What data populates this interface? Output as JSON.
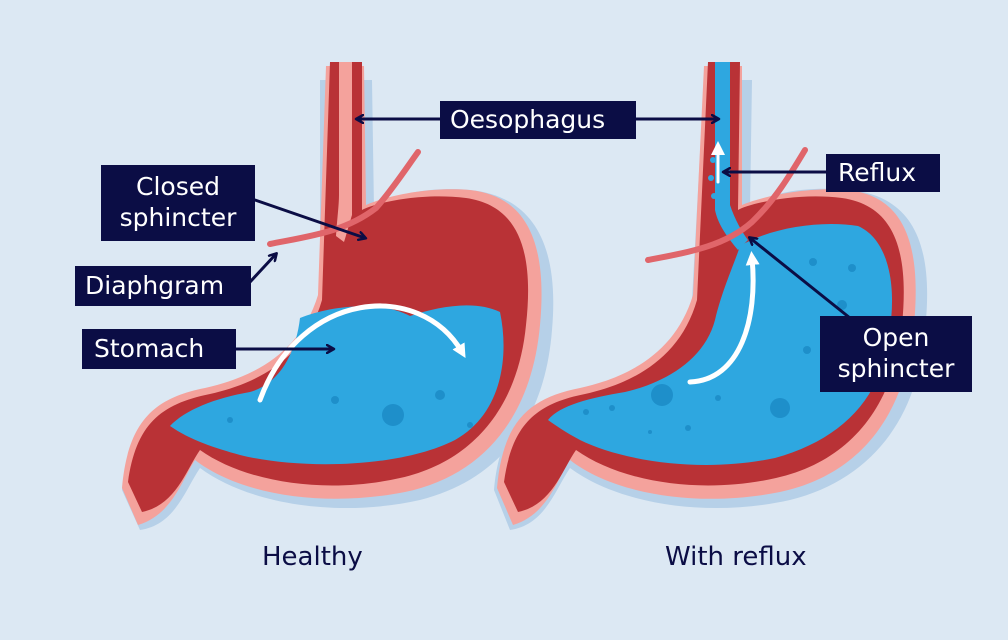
{
  "labels": {
    "oesophagus": "Oesophagus",
    "closed_sphincter_line1": "Closed",
    "closed_sphincter_line2": "sphincter",
    "diaphragm": "Diaphgram",
    "stomach": "Stomach",
    "reflux": "Reflux",
    "open_sphincter_line1": "Open",
    "open_sphincter_line2": "sphincter"
  },
  "captions": {
    "healthy": "Healthy",
    "with_reflux": "With reflux"
  },
  "colors": {
    "background": "#dce8f3",
    "shadow": "#b6d0e8",
    "muscle_outer": "#f4a29c",
    "muscle_wall": "#b93236",
    "diaphragm": "#e0656a",
    "stomach_contents": "#2ea7e0",
    "label_bg": "#0b0d45",
    "label_text": "#ffffff",
    "arrow": "#0b0d45",
    "flow_arrow": "#ffffff"
  }
}
